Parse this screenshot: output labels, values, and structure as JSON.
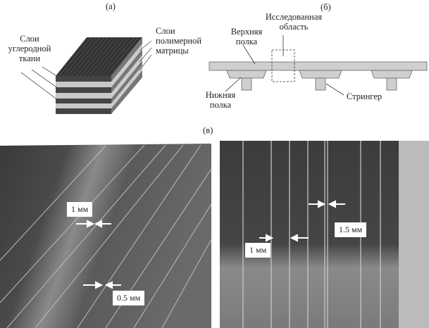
{
  "panel_a": {
    "label": "(а)",
    "carbon_label": [
      "Слои",
      "углеродной",
      "ткани"
    ],
    "matrix_label": [
      "Слои",
      "полимерной",
      "матрицы"
    ]
  },
  "panel_b": {
    "label": "(б)",
    "studied_area": [
      "Исследованная",
      "область"
    ],
    "upper_flange": [
      "Верхняя",
      "полка"
    ],
    "lower_flange": [
      "Нижняя",
      "полка"
    ],
    "stringer": "Стрингер"
  },
  "panel_c": {
    "label": "(в)",
    "left_photo": {
      "gap1": "1 мм",
      "gap2": "0.5 мм"
    },
    "right_photo": {
      "gap1": "1.5 мм",
      "gap2": "1 мм"
    }
  }
}
